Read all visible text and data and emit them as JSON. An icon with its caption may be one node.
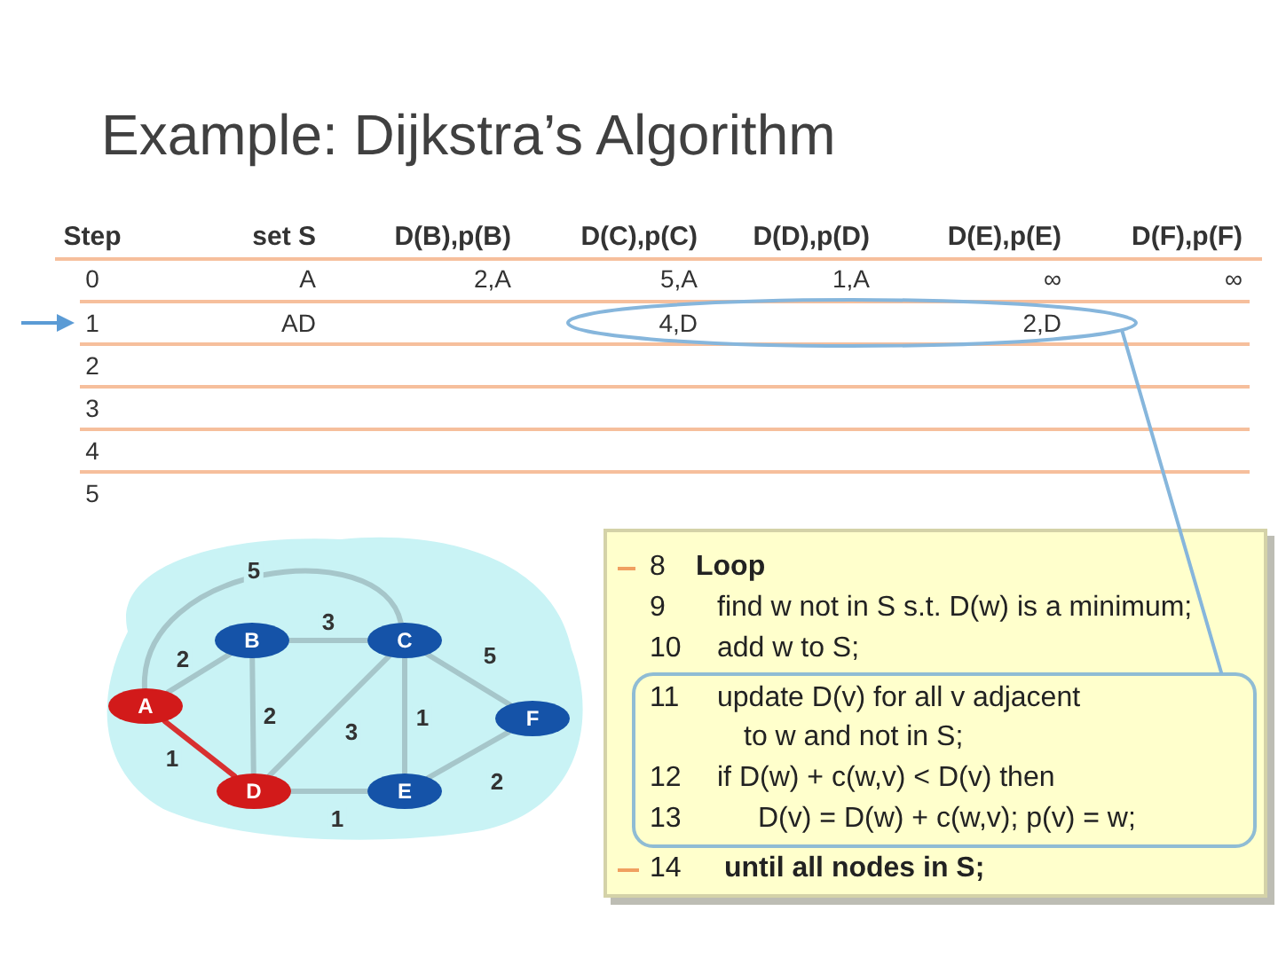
{
  "diagram": {
    "title": "Example: Dijkstra’s Algorithm",
    "nodes": [
      {
        "text": [],
        "shape": "ellipse"
      },
      {
        "text": [],
        "shape": "cloud"
      },
      {
        "text": [
          "A"
        ],
        "in": 1
      },
      {
        "text": [
          "B"
        ],
        "in": 1
      },
      {
        "text": [
          "C"
        ],
        "in": 1
      },
      {
        "text": [
          "D"
        ],
        "in": 1
      },
      {
        "text": [
          "E"
        ],
        "in": 1
      },
      {
        "text": [
          "F"
        ],
        "in": 1
      },
      {
        "text": [
          "8",
          "Loop",
          "9",
          "find w not in S s.t. D(w) is a minimum;",
          "10",
          "add w to S;",
          "14",
          "until all nodes in S;"
        ]
      },
      {
        "text": [
          "11",
          "update D(v) for all v adjacent to w and not in S;",
          "12",
          "if D(w) + c(w,v) < D(v) then",
          "13",
          "D(v) = D(w) + c(w,v); p(v) = w;"
        ],
        "in": 8
      }
    ],
    "edges": [
      {
        "from": 0,
        "to": 9,
        "arrow": "none",
        "color": "#86b6dc"
      },
      {
        "from": 2,
        "to": 3,
        "arrow": "none",
        "label": "2"
      },
      {
        "from": 2,
        "to": 4,
        "arrow": "none",
        "label": "5"
      },
      {
        "from": 2,
        "to": 5,
        "arrow": "none",
        "label": "1",
        "color": "#d83030"
      },
      {
        "from": 3,
        "to": 4,
        "arrow": "none",
        "label": "3"
      },
      {
        "from": 3,
        "to": 5,
        "arrow": "none",
        "label": "2"
      },
      {
        "from": 4,
        "to": 5,
        "arrow": "none",
        "label": "3"
      },
      {
        "from": 4,
        "to": 6,
        "arrow": "none",
        "label": "1"
      },
      {
        "from": 4,
        "to": 7,
        "arrow": "none",
        "label": "5"
      },
      {
        "from": 5,
        "to": 6,
        "arrow": "none",
        "label": "1"
      },
      {
        "from": 6,
        "to": 7,
        "arrow": "none",
        "label": "2"
      }
    ],
    "labels": [
      "Step",
      "set S",
      "D(B),p(B)",
      "D(C),p(C)",
      "D(D),p(D)",
      "D(E),p(E)",
      "D(F),p(F)",
      "0",
      "A",
      "2,A",
      "5,A",
      "1,A",
      "∞",
      "∞",
      "1",
      "AD",
      "4,D",
      "2,D",
      "2",
      "3",
      "4",
      "5"
    ]
  }
}
